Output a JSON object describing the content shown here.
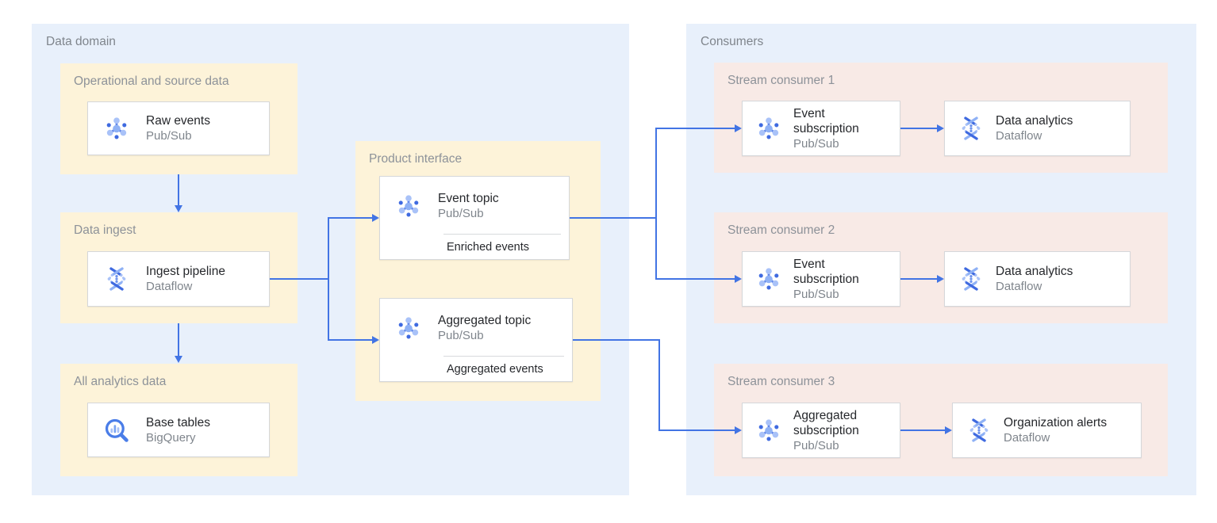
{
  "diagram": {
    "colors": {
      "panel_blue": "#e8f0fb",
      "group_yellow": "#fdf3d9",
      "group_pink": "#f8eae6",
      "connector_blue": "#4274e4",
      "label_gray": "#8d9299",
      "title_dark": "#26282c"
    },
    "data_domain": {
      "label": "Data domain",
      "operational": {
        "label": "Operational and source data",
        "card": {
          "title": "Raw events",
          "subtitle": "Pub/Sub",
          "icon": "pubsub"
        }
      },
      "ingest": {
        "label": "Data ingest",
        "card": {
          "title": "Ingest pipeline",
          "subtitle": "Dataflow",
          "icon": "dataflow"
        }
      },
      "analytics": {
        "label": "All analytics data",
        "card": {
          "title": "Base tables",
          "subtitle": "BigQuery",
          "icon": "bigquery"
        }
      },
      "product_interface": {
        "label": "Product interface",
        "event_topic": {
          "title": "Event topic",
          "subtitle": "Pub/Sub",
          "footer": "Enriched events",
          "icon": "pubsub"
        },
        "aggregated_topic": {
          "title": "Aggregated topic",
          "subtitle": "Pub/Sub",
          "footer": "Aggregated events",
          "icon": "pubsub"
        }
      }
    },
    "consumers": {
      "label": "Consumers",
      "consumer1": {
        "label": "Stream consumer 1",
        "source": {
          "title": "Event subscription",
          "subtitle": "Pub/Sub",
          "icon": "pubsub"
        },
        "sink": {
          "title": "Data analytics",
          "subtitle": "Dataflow",
          "icon": "dataflow"
        }
      },
      "consumer2": {
        "label": "Stream consumer 2",
        "source": {
          "title": "Event subscription",
          "subtitle": "Pub/Sub",
          "icon": "pubsub"
        },
        "sink": {
          "title": "Data analytics",
          "subtitle": "Dataflow",
          "icon": "dataflow"
        }
      },
      "consumer3": {
        "label": "Stream consumer 3",
        "source": {
          "title": "Aggregated subscription",
          "subtitle": "Pub/Sub",
          "icon": "pubsub"
        },
        "sink": {
          "title": "Organization alerts",
          "subtitle": "Dataflow",
          "icon": "dataflow"
        }
      }
    },
    "edges": [
      "Raw events -> Ingest pipeline",
      "Ingest pipeline -> Base tables",
      "Ingest pipeline -> Event topic",
      "Ingest pipeline -> Aggregated topic",
      "Event topic -> Event subscription (Stream consumer 1)",
      "Event topic -> Event subscription (Stream consumer 2)",
      "Aggregated topic -> Aggregated subscription (Stream consumer 3)",
      "Event subscription -> Data analytics (1)",
      "Event subscription -> Data analytics (2)",
      "Aggregated subscription -> Organization alerts"
    ]
  }
}
